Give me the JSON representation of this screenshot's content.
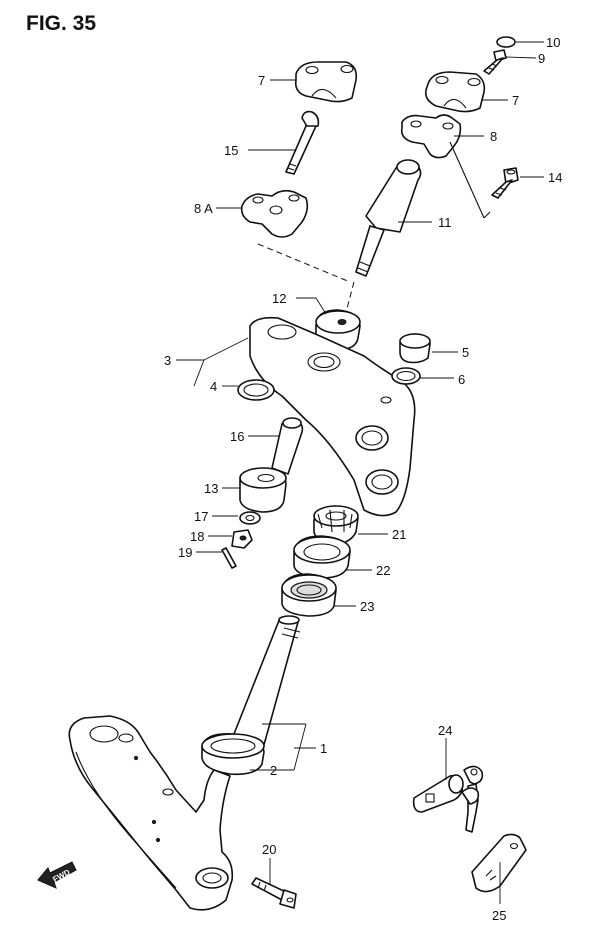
{
  "figure": {
    "title": "FIG. 35"
  },
  "fwd_label": "FWD",
  "labels": {
    "p1": "1",
    "p2": "2",
    "p3": "3",
    "p4": "4",
    "p5": "5",
    "p6": "6",
    "p7a": "7",
    "p7b": "7",
    "p8": "8",
    "p8a": "8 A",
    "p9": "9",
    "p10": "10",
    "p11": "11",
    "p12": "12",
    "p13": "13",
    "p14": "14",
    "p15": "15",
    "p16": "16",
    "p17": "17",
    "p18": "18",
    "p19": "19",
    "p20": "20",
    "p21": "21",
    "p22": "22",
    "p23": "23",
    "p24": "24",
    "p25": "25"
  }
}
